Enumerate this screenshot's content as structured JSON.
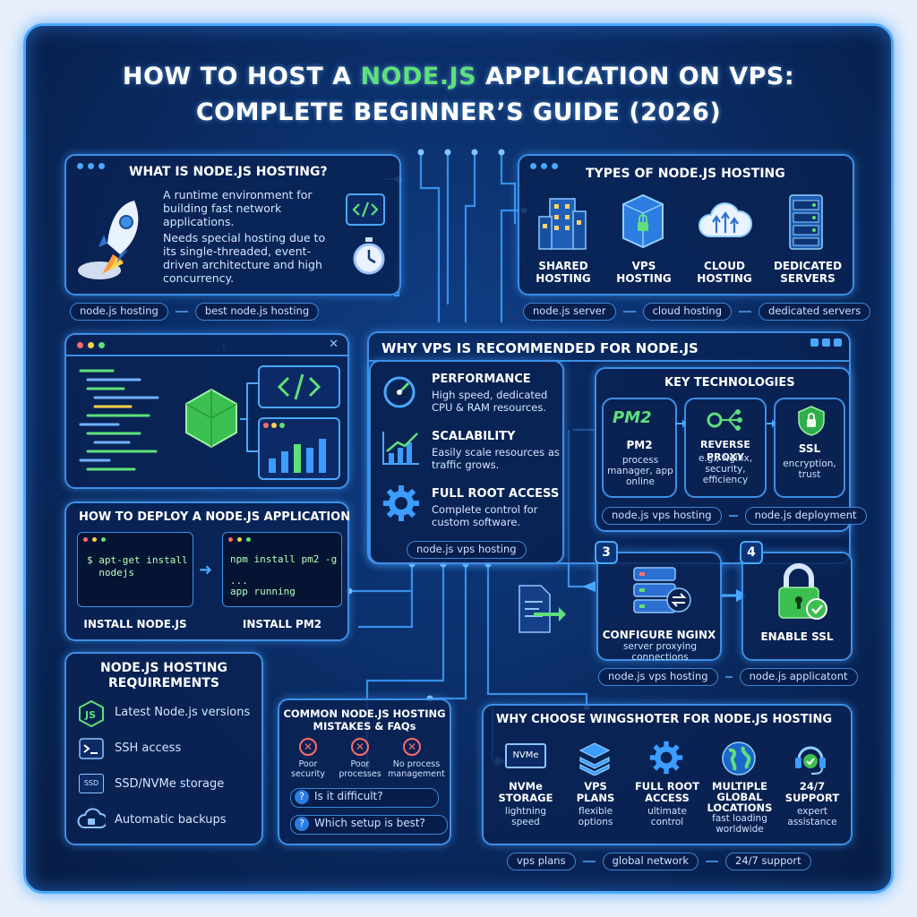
{
  "title": {
    "line1_pre": "HOW TO HOST A ",
    "line1_hl": "NODE.JS",
    "line1_post": " APPLICATION ON VPS:",
    "line2": "COMPLETE BEGINNER’S GUIDE (2026)"
  },
  "what_is": {
    "title": "WHAT IS NODE.JS HOSTING?",
    "p1": "A runtime environment for building fast network applications.",
    "p2": "Needs special hosting due to its single-threaded, event-driven architecture and high concurrency.",
    "tags": [
      "node.js hosting",
      "best node.js hosting"
    ]
  },
  "types": {
    "title": "TYPES OF NODE.JS HOSTING",
    "items": [
      {
        "label": "SHARED\nHOSTING",
        "icon": "building-icon"
      },
      {
        "label": "VPS\nHOSTING",
        "icon": "server-cube-icon"
      },
      {
        "label": "CLOUD\nHOSTING",
        "icon": "cloud-icon"
      },
      {
        "label": "DEDICATED\nSERVERS",
        "icon": "server-rack-icon"
      }
    ],
    "tags": [
      "node.js server",
      "cloud hosting",
      "dedicated servers"
    ]
  },
  "why_vps": {
    "title": "WHY VPS IS RECOMMENDED FOR NODE.JS",
    "items": [
      {
        "title": "PERFORMANCE",
        "desc": "High speed, dedicated CPU & RAM resources."
      },
      {
        "title": "SCALABILITY",
        "desc": "Easily scale resources as traffic grows."
      },
      {
        "title": "FULL ROOT ACCESS",
        "desc": "Complete control for custom software."
      }
    ],
    "tag": "node.js vps hosting"
  },
  "key_tech": {
    "title": "KEY TECHNOLOGIES",
    "items": [
      {
        "name": "PM2",
        "desc": "process manager, app online"
      },
      {
        "name": "REVERSE PROXY",
        "desc": "e.g., Nginx, security, efficiency"
      },
      {
        "name": "SSL",
        "desc": "encryption, trust"
      }
    ],
    "pm2_logo": "PM2",
    "tags": [
      "node.js vps hosting",
      "node.js deployment"
    ]
  },
  "deploy": {
    "title": "HOW TO DEPLOY A NODE.JS APPLICATION",
    "term1": "$ apt-get install\n  nodejs",
    "term2": "npm install pm2 -g\n\n...\napp running",
    "label1": "INSTALL NODE.JS",
    "label2": "INSTALL PM2"
  },
  "steps": {
    "step3": {
      "num": "3",
      "title": "CONFIGURE NGINX",
      "desc": "server proxying connections"
    },
    "step4": {
      "num": "4",
      "title": "ENABLE SSL"
    },
    "tags": [
      "node.js vps hosting",
      "node.js applicatont"
    ]
  },
  "requirements": {
    "title": "NODE.JS HOSTING\nREQUIREMENTS",
    "items": [
      "Latest Node.js versions",
      "SSH access",
      "SSD/NVMe storage",
      "Automatic backups"
    ],
    "ssd_label": "SSD"
  },
  "mistakes": {
    "title": "COMMON NODE.JS HOSTING\nMISTAKES & FAQs",
    "items": [
      "Poor\nsecurity",
      "Poor\nprocesses",
      "No process\nmanagement"
    ],
    "faqs": [
      "Is it difficult?",
      "Which setup is best?"
    ]
  },
  "choose": {
    "title": "WHY CHOOSE WINGSHOTER FOR NODE.JS HOSTING",
    "items": [
      {
        "title": "NVMe\nSTORAGE",
        "desc": "lightning\nspeed"
      },
      {
        "title": "VPS\nPLANS",
        "desc": "flexible\noptions"
      },
      {
        "title": "FULL ROOT\nACCESS",
        "desc": "ultimate\ncontrol"
      },
      {
        "title": "MULTIPLE\nGLOBAL\nLOCATIONS",
        "desc": "fast loading\nworldwide"
      },
      {
        "title": "24/7\nSUPPORT",
        "desc": "expert\nassistance"
      }
    ],
    "nvme_label": "NVMe",
    "tags": [
      "vps plans",
      "global network",
      "24/7 support"
    ]
  },
  "colors": {
    "accent": "#4aa8ff",
    "green": "#5fe07a",
    "panel": "#0a2252"
  }
}
